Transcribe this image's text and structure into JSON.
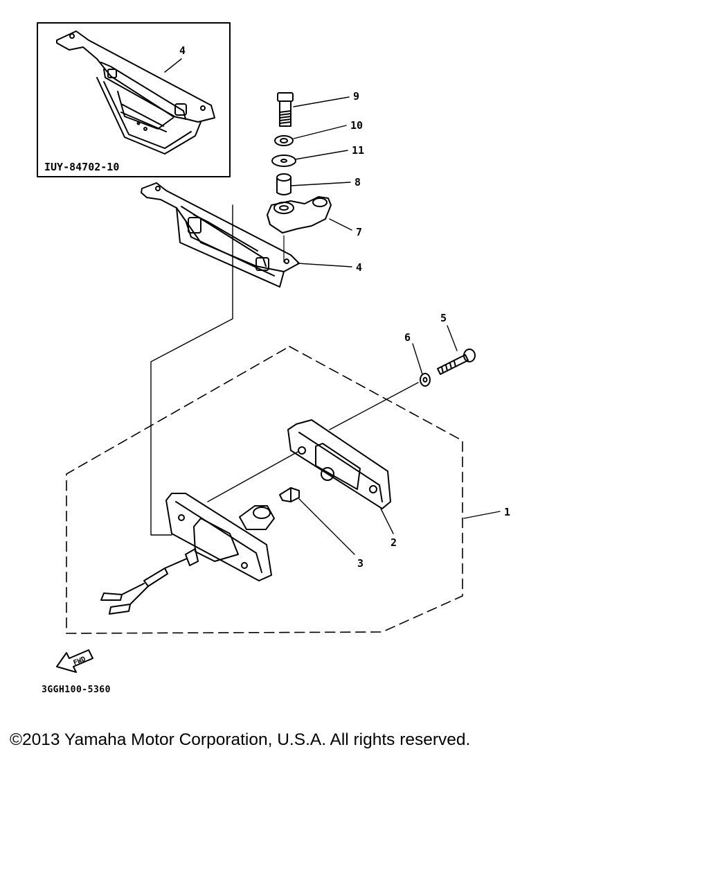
{
  "inset": {
    "code": "IUY-84702-10",
    "callout": "4"
  },
  "callouts": {
    "c1": "1",
    "c2": "2",
    "c3": "3",
    "c4": "4",
    "c5": "5",
    "c6": "6",
    "c7": "7",
    "c8": "8",
    "c9": "9",
    "c10": "10",
    "c11": "11"
  },
  "fwd_label": "FWD",
  "drawing_number": "3GGH100-5360",
  "copyright": "©2013 Yamaha Motor Corporation, U.S.A. All rights reserved."
}
